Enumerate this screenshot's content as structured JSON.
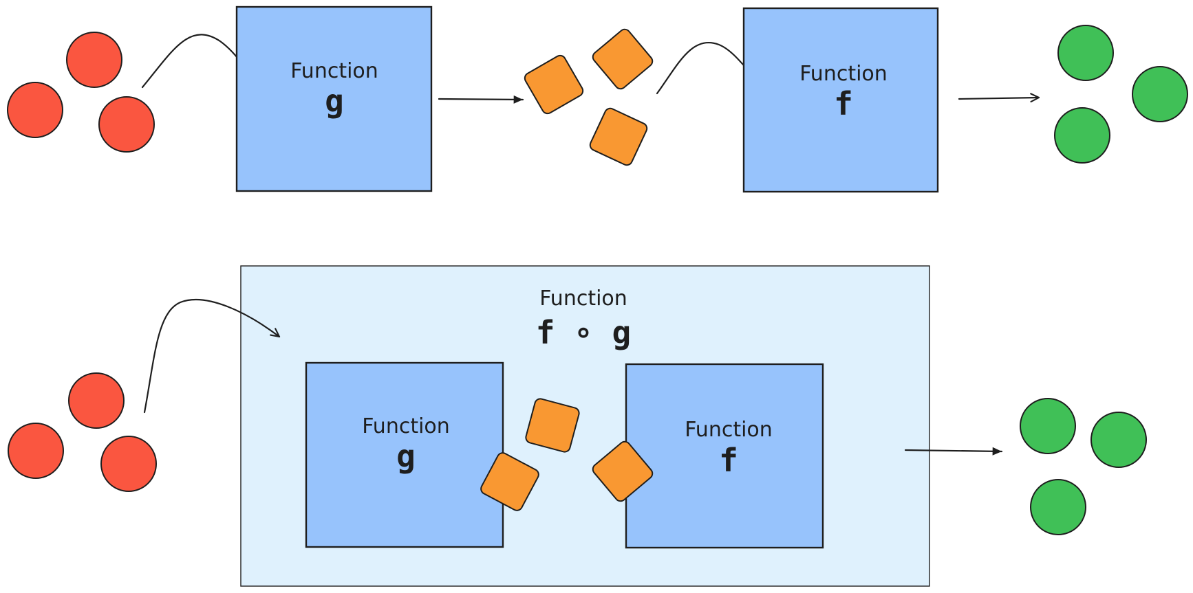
{
  "colors": {
    "input_ball": "#fa5640",
    "intermediate_square": "#f99832",
    "output_ball": "#40c057",
    "function_box": "#97c3fc",
    "composite_box": "#dff1fd",
    "ink": "#1e1e1e"
  },
  "top_row": {
    "function_g": {
      "title": "Function",
      "symbol": "g"
    },
    "function_f": {
      "title": "Function",
      "symbol": "f"
    }
  },
  "bottom_row": {
    "composite": {
      "title": "Function",
      "symbol": "f ∘ g"
    },
    "function_g": {
      "title": "Function",
      "symbol": "g"
    },
    "function_f": {
      "title": "Function",
      "symbol": "f"
    }
  }
}
